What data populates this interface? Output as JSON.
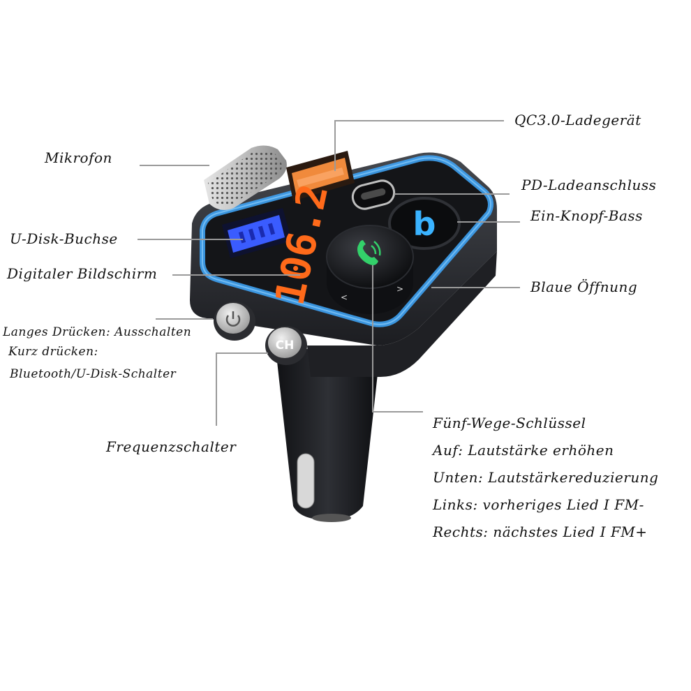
{
  "labels": {
    "mikrofon": "Mikrofon",
    "qc30": "QC3.0-Ladegerät",
    "pd": "PD-Ladeanschluss",
    "bass": "Ein-Knopf-Bass",
    "udisk": "U-Disk-Buchse",
    "display": "Digitaler Bildschirm",
    "blue": "Blaue Öffnung",
    "power_long": "Langes Drücken: Ausschalten",
    "power_short": "Kurz drücken:",
    "power_switch": "Bluetooth/U-Disk-Schalter",
    "frequency": "Frequenzschalter",
    "five_way": "Fünf-Wege-Schlüssel",
    "up": "Auf: Lautstärke erhöhen",
    "down": "Unten: Lautstärkereduzierung",
    "left": "Links: vorheriges Lied I FM-",
    "right": "Rechts: nächstes Lied I FM+"
  },
  "device": {
    "display_text": "106.2",
    "ch_button": "CH",
    "bass_icon": "b",
    "colors": {
      "body": "#2a2c30",
      "ring": "#3fa9ff",
      "display": "#ff6a1a",
      "usb_qc": "#f08a3c",
      "usb_blue": "#3a5cff",
      "phone_icon": "#33d16a"
    }
  }
}
